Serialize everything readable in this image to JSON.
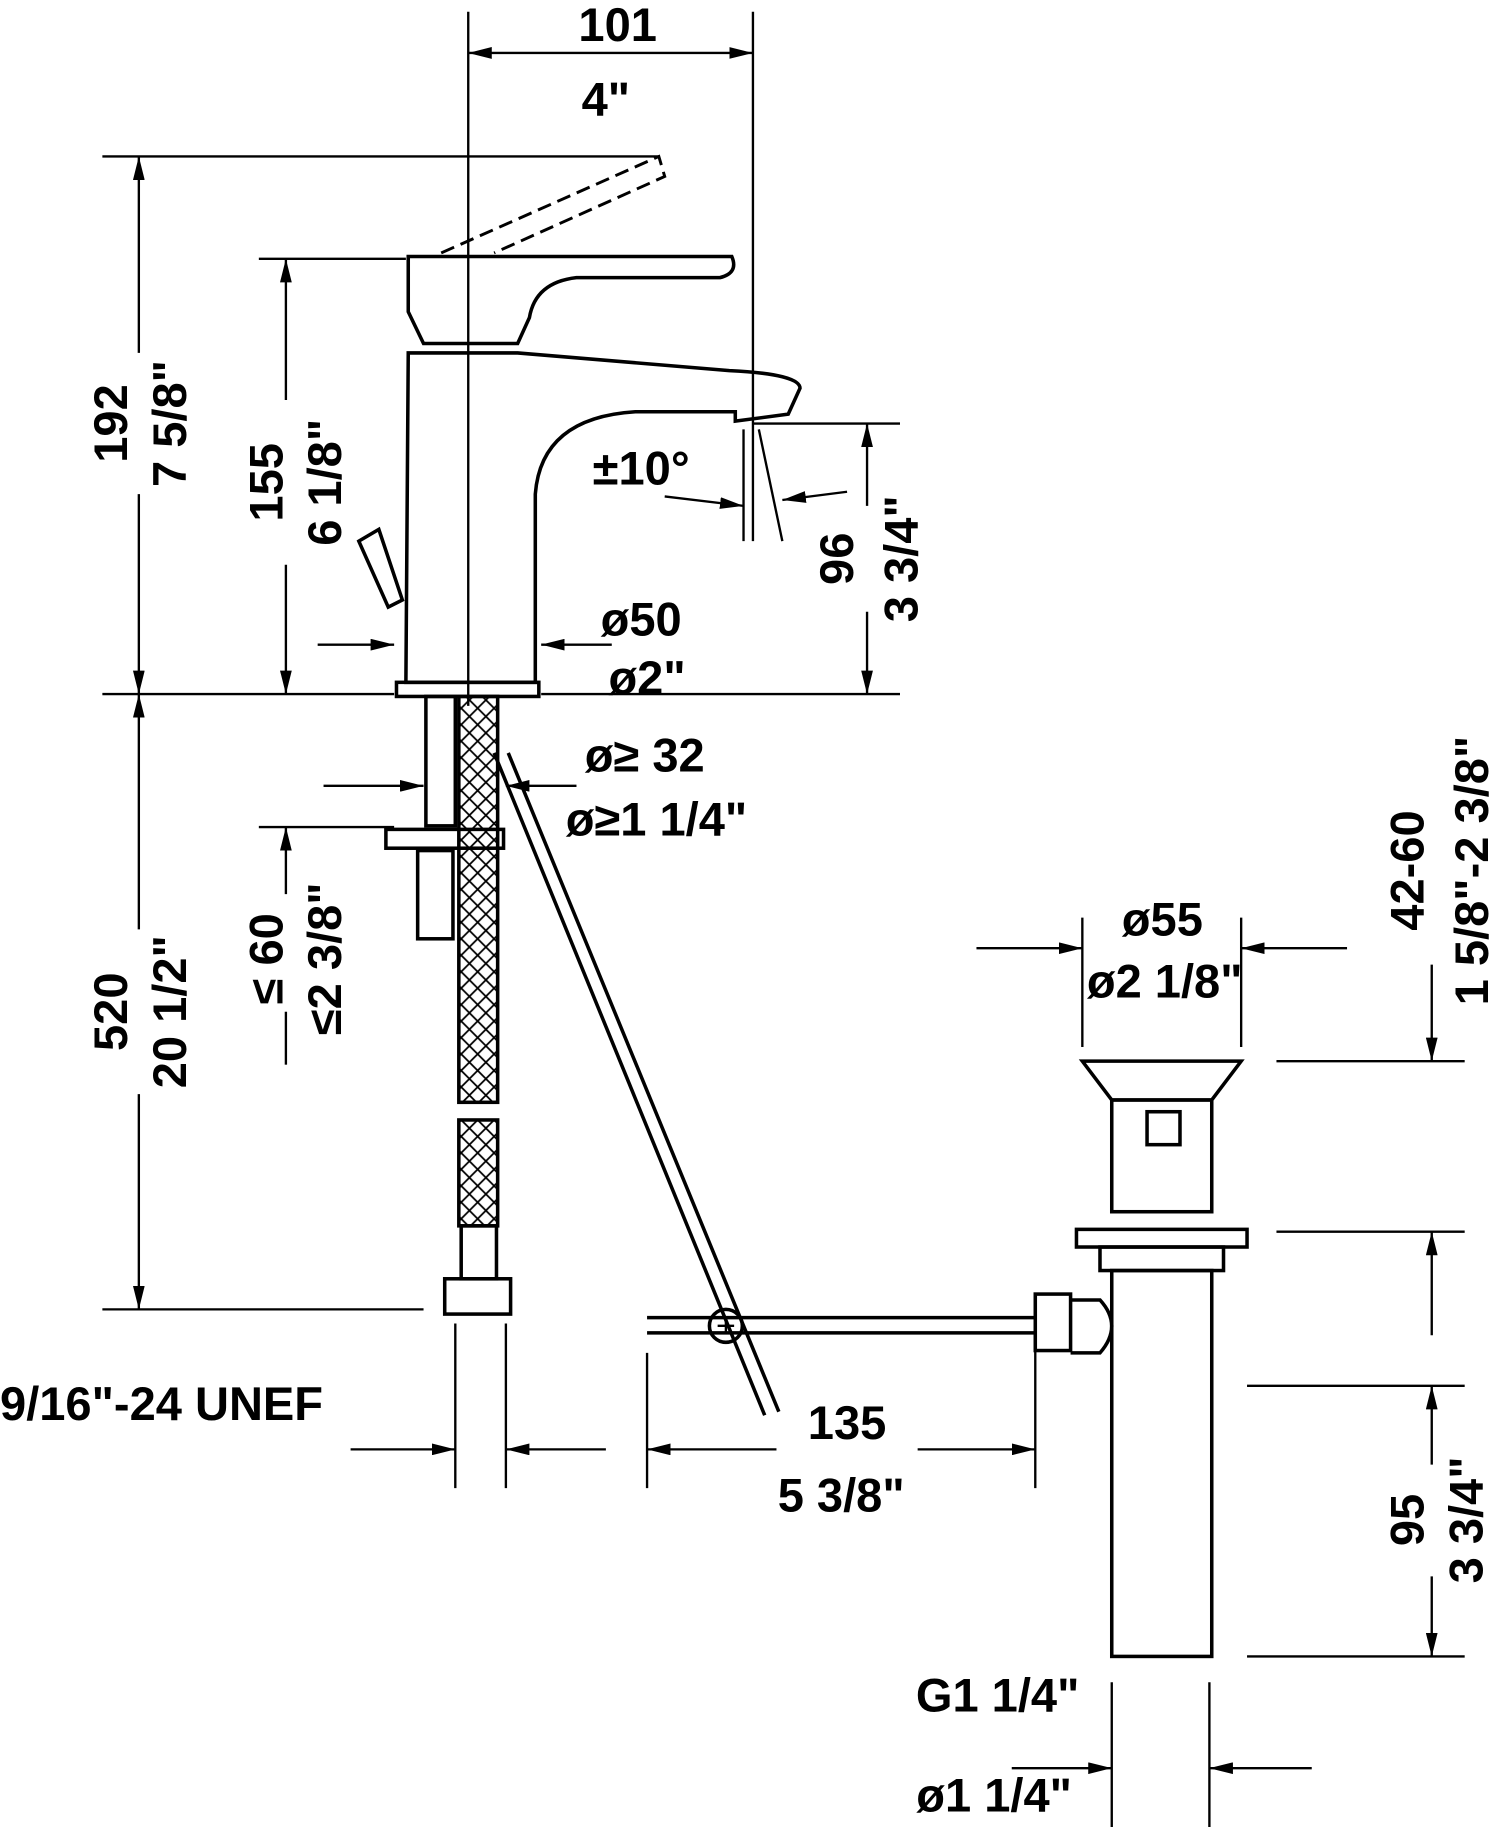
{
  "dimensions": {
    "width_mm": "101",
    "width_in": "4\"",
    "height_total_mm": "192",
    "height_total_in": "7 5/8\"",
    "height_spout_mm": "155",
    "height_spout_in": "6 1/8\"",
    "angle": "±10°",
    "outlet_height_mm": "96",
    "outlet_height_in": "3 3/4\"",
    "base_dia_mm": "ø50",
    "base_dia_in": "ø2\"",
    "hole_dia_mm": "ø≥ 32",
    "hole_dia_in": "ø≥1 1/4\"",
    "deck_thickness_mm": "≤ 60",
    "deck_thickness_in": "≤2 3/8\"",
    "hose_length_mm": "520",
    "hose_length_in": "20 1/2\"",
    "thread": "9/16\"-24 UNEF",
    "rod_length_mm": "135",
    "rod_length_in": "5 3/8\"",
    "drain_flange_mm": "ø55",
    "drain_flange_in": "ø2 1/8\"",
    "drain_range_mm": "42-60",
    "drain_range_in": "1 5/8\"-2 3/8\"",
    "drain_length_mm": "95",
    "drain_length_in": "3 3/4\"",
    "drain_thread": "G1 1/4\"",
    "drain_dia_in": "ø1 1/4\""
  }
}
